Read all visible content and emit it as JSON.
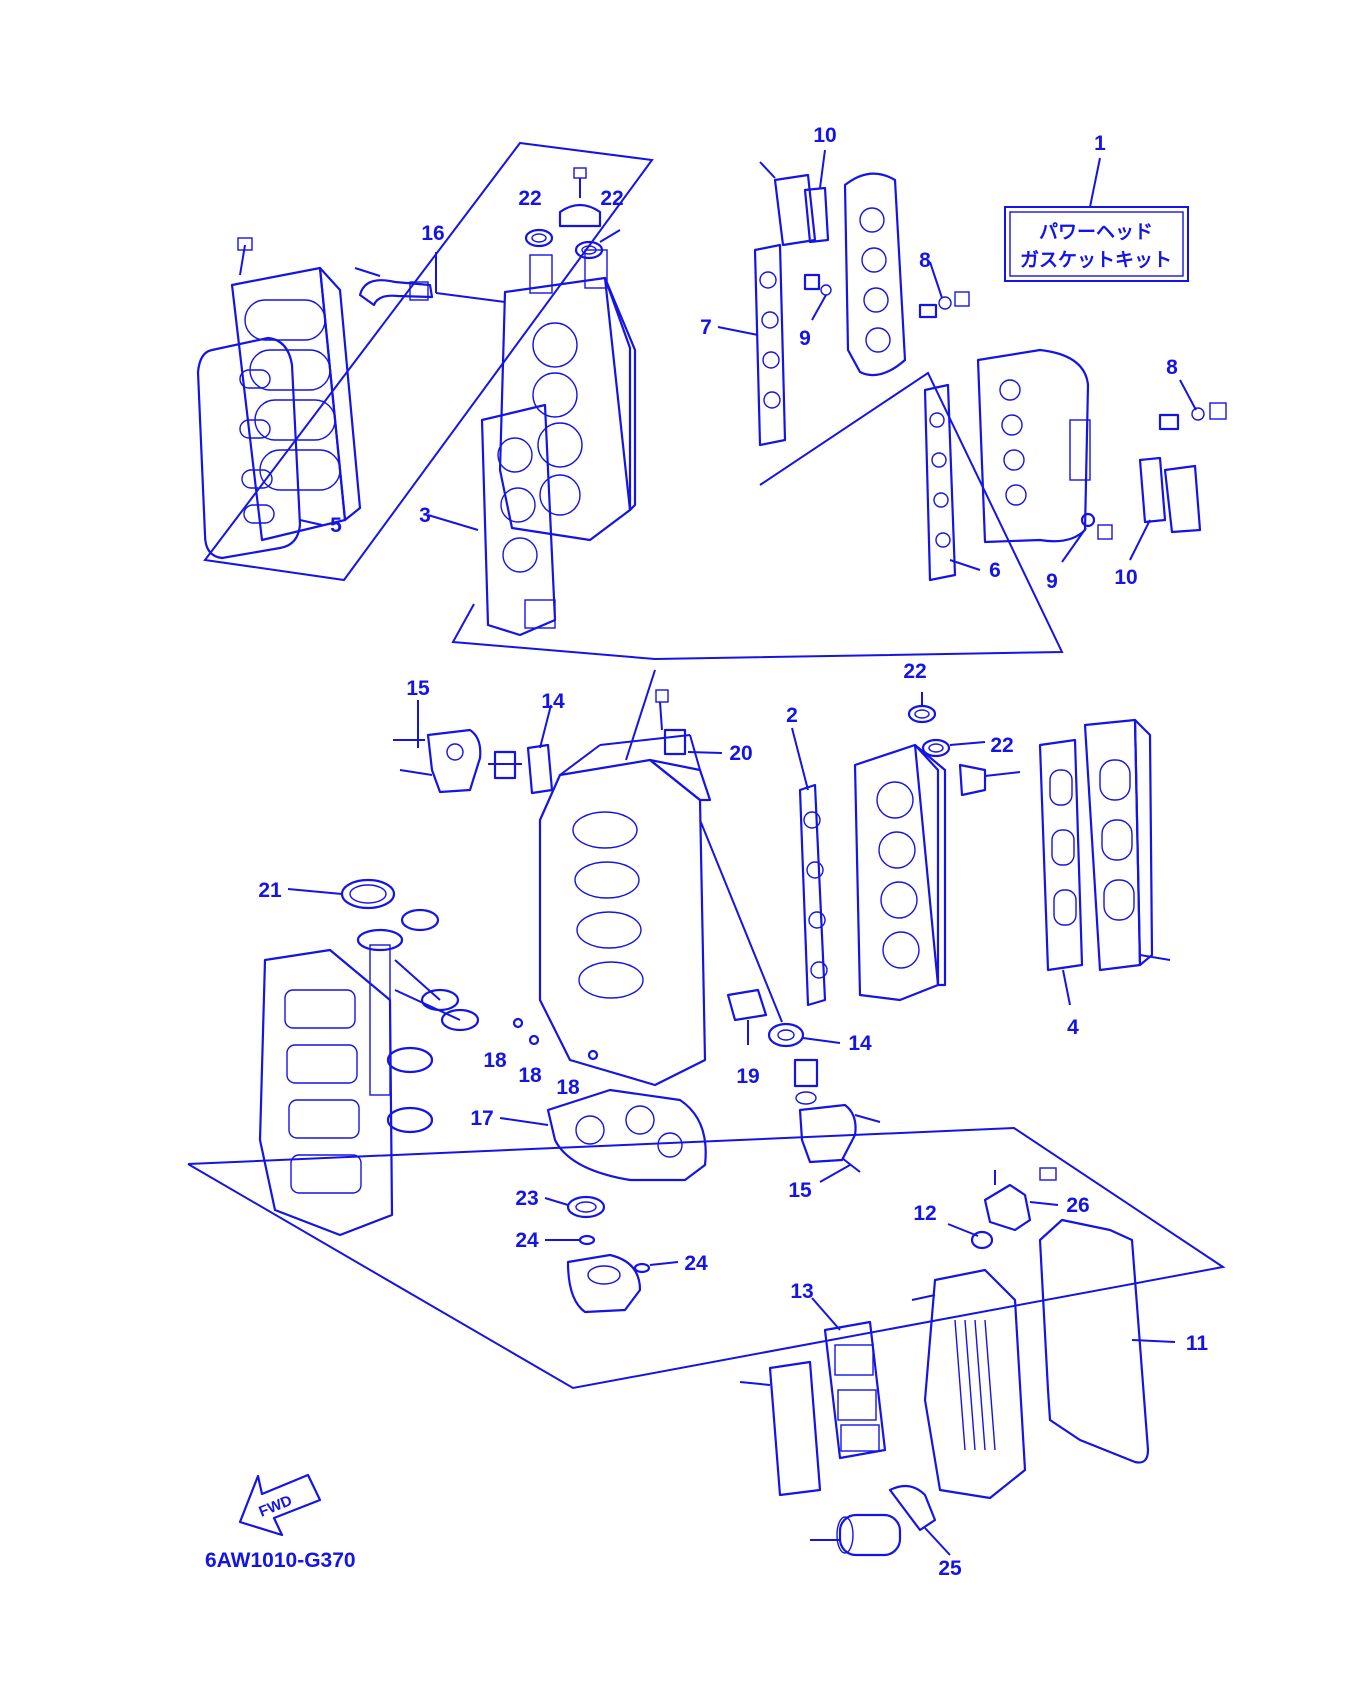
{
  "colors": {
    "ink": "#1414e6",
    "background": "#ffffff"
  },
  "kit_box": {
    "line1": "パワーヘッド",
    "line2": "ガスケットキット"
  },
  "diagram_code": "6AW1010-G370",
  "fwd_label": "FWD",
  "callouts": [
    "1",
    "2",
    "3",
    "4",
    "5",
    "6",
    "7",
    "8",
    "8",
    "9",
    "9",
    "10",
    "10",
    "11",
    "12",
    "13",
    "14",
    "14",
    "15",
    "15",
    "16",
    "17",
    "18",
    "18",
    "18",
    "19",
    "20",
    "21",
    "22",
    "22",
    "22",
    "22",
    "23",
    "24",
    "24",
    "25",
    "26"
  ]
}
